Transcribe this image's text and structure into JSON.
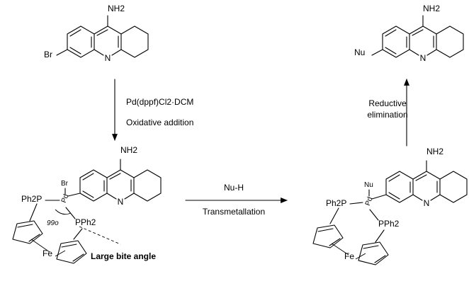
{
  "molecules": {
    "top_left": {
      "amine": "NH2",
      "nitrogen": "N",
      "substituent": "Br"
    },
    "top_right": {
      "amine": "NH2",
      "nitrogen": "N",
      "substituent": "Nu"
    },
    "bottom_left": {
      "amine": "NH2",
      "nitrogen": "N",
      "metal": "Pd",
      "halide": "Br",
      "phosphine_left": "Ph2P",
      "phosphine_right": "PPh2",
      "iron": "Fe",
      "angle": "99o"
    },
    "bottom_right": {
      "amine": "NH2",
      "nitrogen": "N",
      "metal": "Pd",
      "nucleophile": "Nu",
      "phosphine_left": "Ph2P",
      "phosphine_right": "PPh2",
      "iron": "Fe"
    }
  },
  "arrows": {
    "oxidative": {
      "reagent": "Pd(dppf)Cl2·DCM",
      "label": "Oxidative addition"
    },
    "transmetallation": {
      "reagent": "Nu-H",
      "label": "Transmetallation"
    },
    "reductive": {
      "line1": "Reductive",
      "line2": "elimination"
    }
  },
  "note": {
    "bite_angle": "Large bite angle"
  }
}
